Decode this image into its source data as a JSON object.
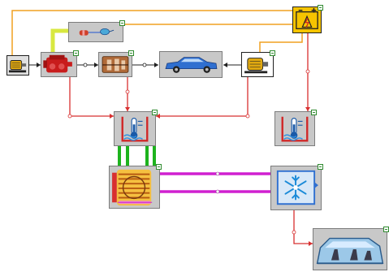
{
  "colors": {
    "signal_line": "#f0a020",
    "thermal_line": "#d83030",
    "hydraulic_line": "#d8e840",
    "coolant_line": "#1db31d",
    "refrigerant_line": "#d020d0",
    "node": "#ffffff",
    "block_fill": "#c8c8c8",
    "battery_fill": "#f6c400"
  },
  "blocks": [
    {
      "id": "battery",
      "icon": "battery-lightning-icon"
    },
    {
      "id": "fuel-cartridge",
      "icon": "fuel-cartridge-icon"
    },
    {
      "id": "generator",
      "icon": "generator-icon"
    },
    {
      "id": "engine",
      "icon": "engine-icon"
    },
    {
      "id": "gearbox",
      "icon": "gearbox-icon"
    },
    {
      "id": "vehicle",
      "icon": "car-icon"
    },
    {
      "id": "electric-motor",
      "icon": "motor-icon"
    },
    {
      "id": "engine-cooling",
      "icon": "thermometer-water-icon"
    },
    {
      "id": "battery-cooling",
      "icon": "thermometer-water-icon"
    },
    {
      "id": "radiator",
      "icon": "radiator-icon"
    },
    {
      "id": "ac-condenser",
      "icon": "snowflake-icon"
    },
    {
      "id": "cabin",
      "icon": "car-cabin-seats-icon"
    }
  ]
}
